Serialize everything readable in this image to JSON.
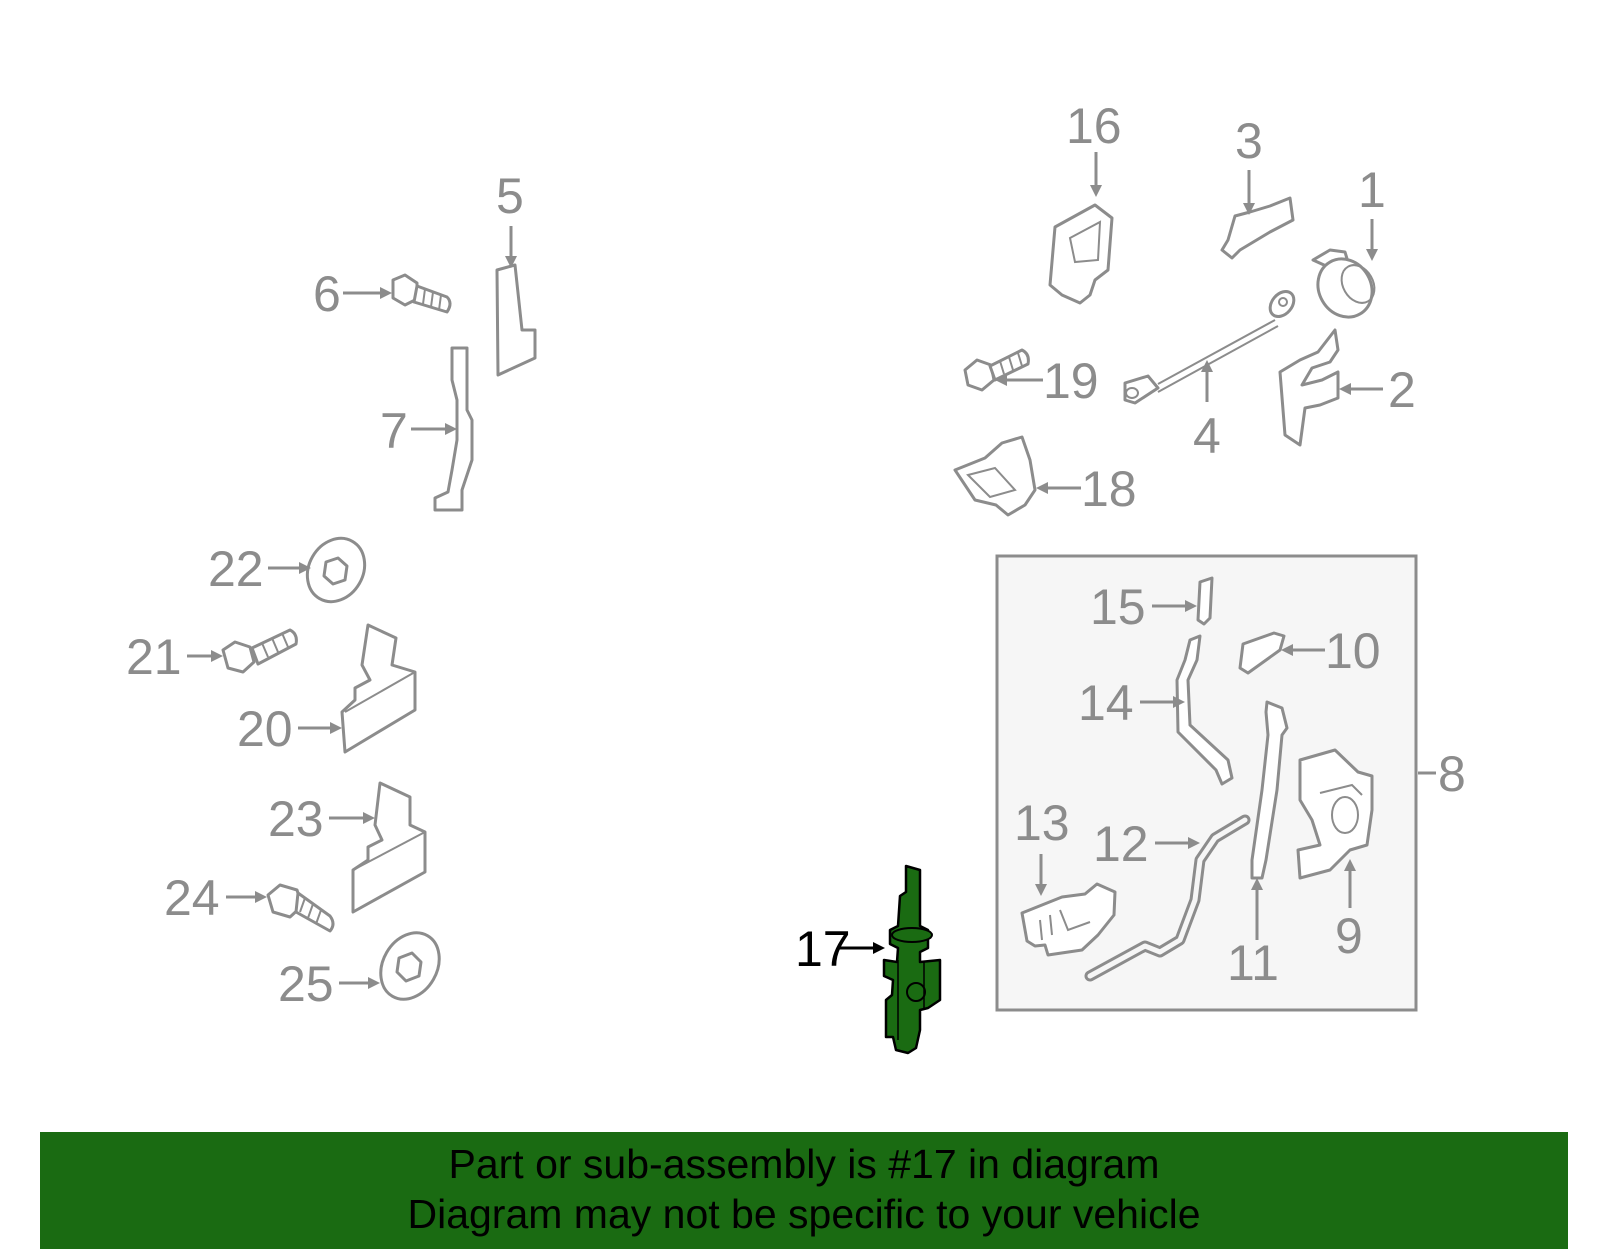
{
  "callouts": {
    "c1": "1",
    "c2": "2",
    "c3": "3",
    "c4": "4",
    "c5": "5",
    "c6": "6",
    "c7": "7",
    "c8": "8",
    "c9": "9",
    "c10": "10",
    "c11": "11",
    "c12": "12",
    "c13": "13",
    "c14": "14",
    "c15": "15",
    "c16": "16",
    "c17": "17",
    "c18": "18",
    "c19": "19",
    "c20": "20",
    "c21": "21",
    "c22": "22",
    "c23": "23",
    "c24": "24",
    "c25": "25"
  },
  "highlight_color": "#1a6b12",
  "banner": {
    "line1": "Part or sub-assembly is #17 in diagram",
    "line2": "Diagram may not be specific to your vehicle"
  }
}
